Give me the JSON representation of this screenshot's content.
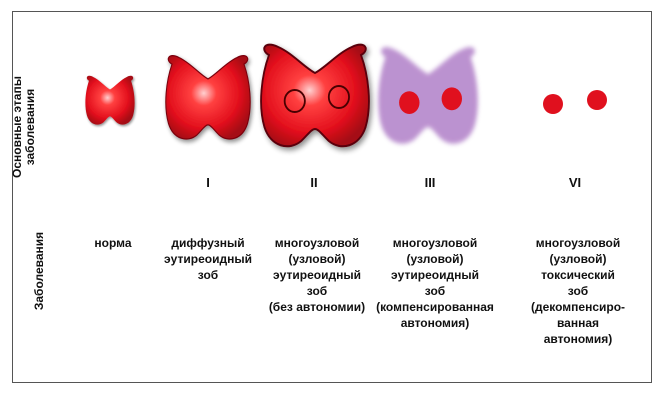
{
  "side_labels": {
    "stages": "Основные этапы\nзаболевания",
    "diseases": "Заболевания"
  },
  "stages": [
    {
      "numeral": "",
      "disease": "норма"
    },
    {
      "numeral": "I",
      "disease": "диффузный\nэутиреоидный\nзоб"
    },
    {
      "numeral": "II",
      "disease": "многоузловой\n(узловой)\nэутиреоидный\nзоб\n(без автономии)"
    },
    {
      "numeral": "III",
      "disease": "многоузловой\n(узловой)\nэутиреоидный\nзоб\n(компенсированная\nавтономия)"
    },
    {
      "numeral": "VI",
      "disease": "многоузловой\n(узловой)\nтоксический\nзоб\n(декомпенсиро-\nванная\nавтономия)"
    }
  ],
  "colors": {
    "thyroid_red": "#e3101d",
    "thyroid_dark": "#9d0a12",
    "autonomy_purple": "#b07fc8",
    "node_red": "#e0101e"
  }
}
